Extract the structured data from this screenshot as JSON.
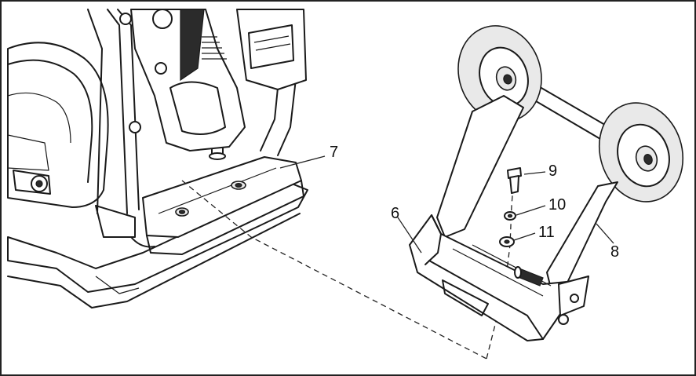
{
  "callouts": {
    "part_6": "6",
    "part_7": "7",
    "part_8": "8",
    "part_9": "9",
    "part_10": "10",
    "part_11": "11"
  },
  "colors": {
    "line": "#1a1a1a",
    "background": "#ffffff",
    "tire": "#e9e9e9"
  }
}
